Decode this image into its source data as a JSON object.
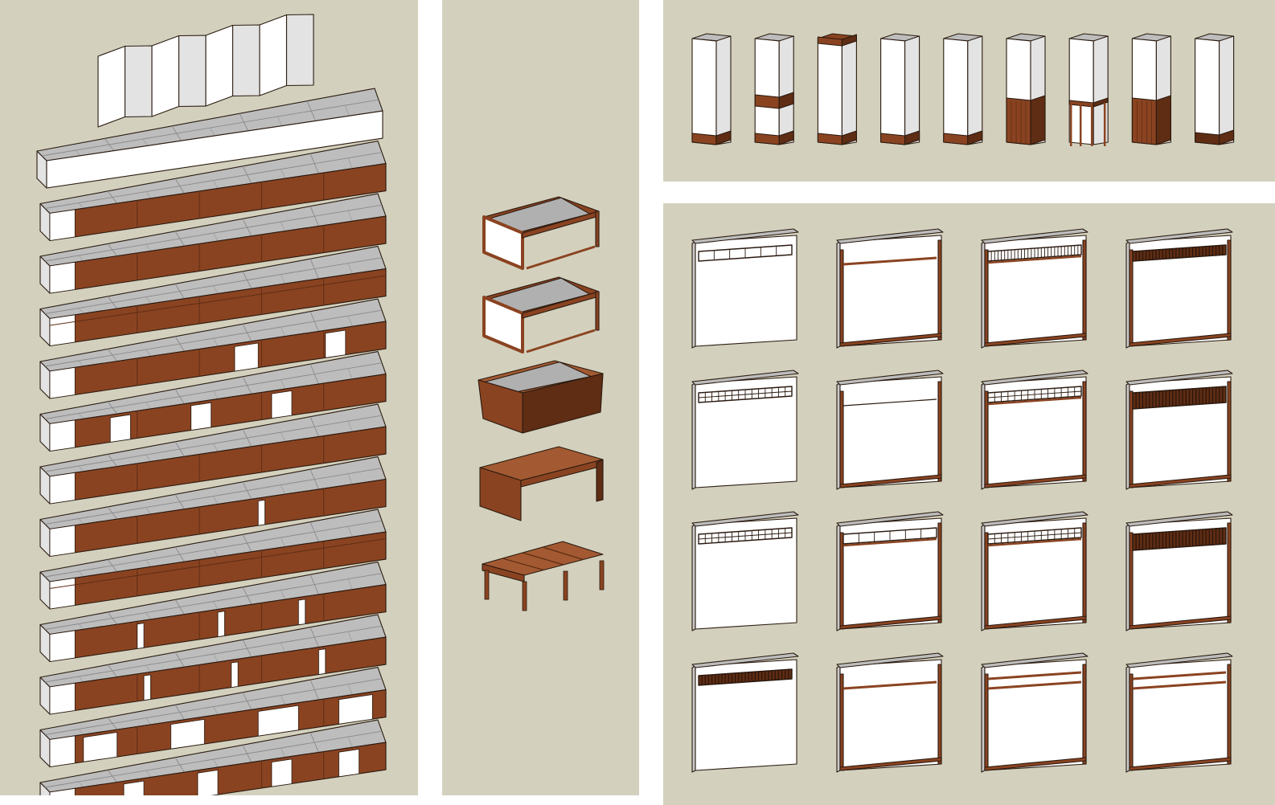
{
  "colors": {
    "panel_background": "#d3d1bd",
    "wood": "#8a4321",
    "wood_dark": "#5e2d14",
    "wood_top": "#a35a32",
    "white_face": "#ffffff",
    "white_shade": "#e3e3e3",
    "white_shade_dark": "#c9c9c9",
    "grey_top": "#bdbdbd",
    "glass": "#b0b0b0",
    "outline": "#2a1a10",
    "gutter": "#ffffff"
  },
  "panels": {
    "platforms": {
      "folding_screen": {
        "panel_count": 8
      },
      "benches": [
        {
          "style": "white-plain"
        },
        {
          "style": "wood-long-panels"
        },
        {
          "style": "wood-long-panels"
        },
        {
          "style": "wood-grooved"
        },
        {
          "style": "wood-white-tiles-sparse"
        },
        {
          "style": "wood-white-tiles-offset"
        },
        {
          "style": "wood-plain"
        },
        {
          "style": "wood-white-slits"
        },
        {
          "style": "wood-plain-groove"
        },
        {
          "style": "wood-white-tiles-pairs"
        },
        {
          "style": "wood-white-tiles-wide"
        },
        {
          "style": "wood-white-tiles-alt"
        },
        {
          "style": "wood-white-tiles-dense"
        }
      ]
    },
    "tables": {
      "items": [
        {
          "style": "wood-frame-white-panels-glass-top"
        },
        {
          "style": "wood-frame-white-panels-glass-top-long"
        },
        {
          "style": "wood-box-glass-inset-top"
        },
        {
          "style": "solid-wood-desk"
        },
        {
          "style": "slatted-wood-bench-table"
        }
      ]
    },
    "columns": {
      "items": [
        {
          "style": "white-with-wood-base"
        },
        {
          "style": "white-with-wood-band"
        },
        {
          "style": "white-with-wood-cap-and-base"
        },
        {
          "style": "white-with-wood-base-tall"
        },
        {
          "style": "white-with-wood-base-slim"
        },
        {
          "style": "white-with-wood-slat-skirt"
        },
        {
          "style": "white-with-wood-leg-frame"
        },
        {
          "style": "white-with-wood-slat-base"
        },
        {
          "style": "white-with-dark-base"
        }
      ]
    },
    "walls": {
      "grid_columns": 4,
      "items": [
        {
          "frieze": "window-row"
        },
        {
          "frieze": "wood-frame-open"
        },
        {
          "frieze": "dense-vertical-slats"
        },
        {
          "frieze": "dark-vertical-slats"
        },
        {
          "frieze": "lattice-grid"
        },
        {
          "frieze": "plain-open"
        },
        {
          "frieze": "double-lattice"
        },
        {
          "frieze": "dark-vertical-slats-tall"
        },
        {
          "frieze": "fine-lattice"
        },
        {
          "frieze": "window-row-open"
        },
        {
          "frieze": "double-lattice"
        },
        {
          "frieze": "dark-vertical-slats-tall"
        },
        {
          "frieze": "vertical-bars"
        },
        {
          "frieze": "single-rail"
        },
        {
          "frieze": "double-rail"
        },
        {
          "frieze": "double-rail"
        }
      ]
    }
  }
}
